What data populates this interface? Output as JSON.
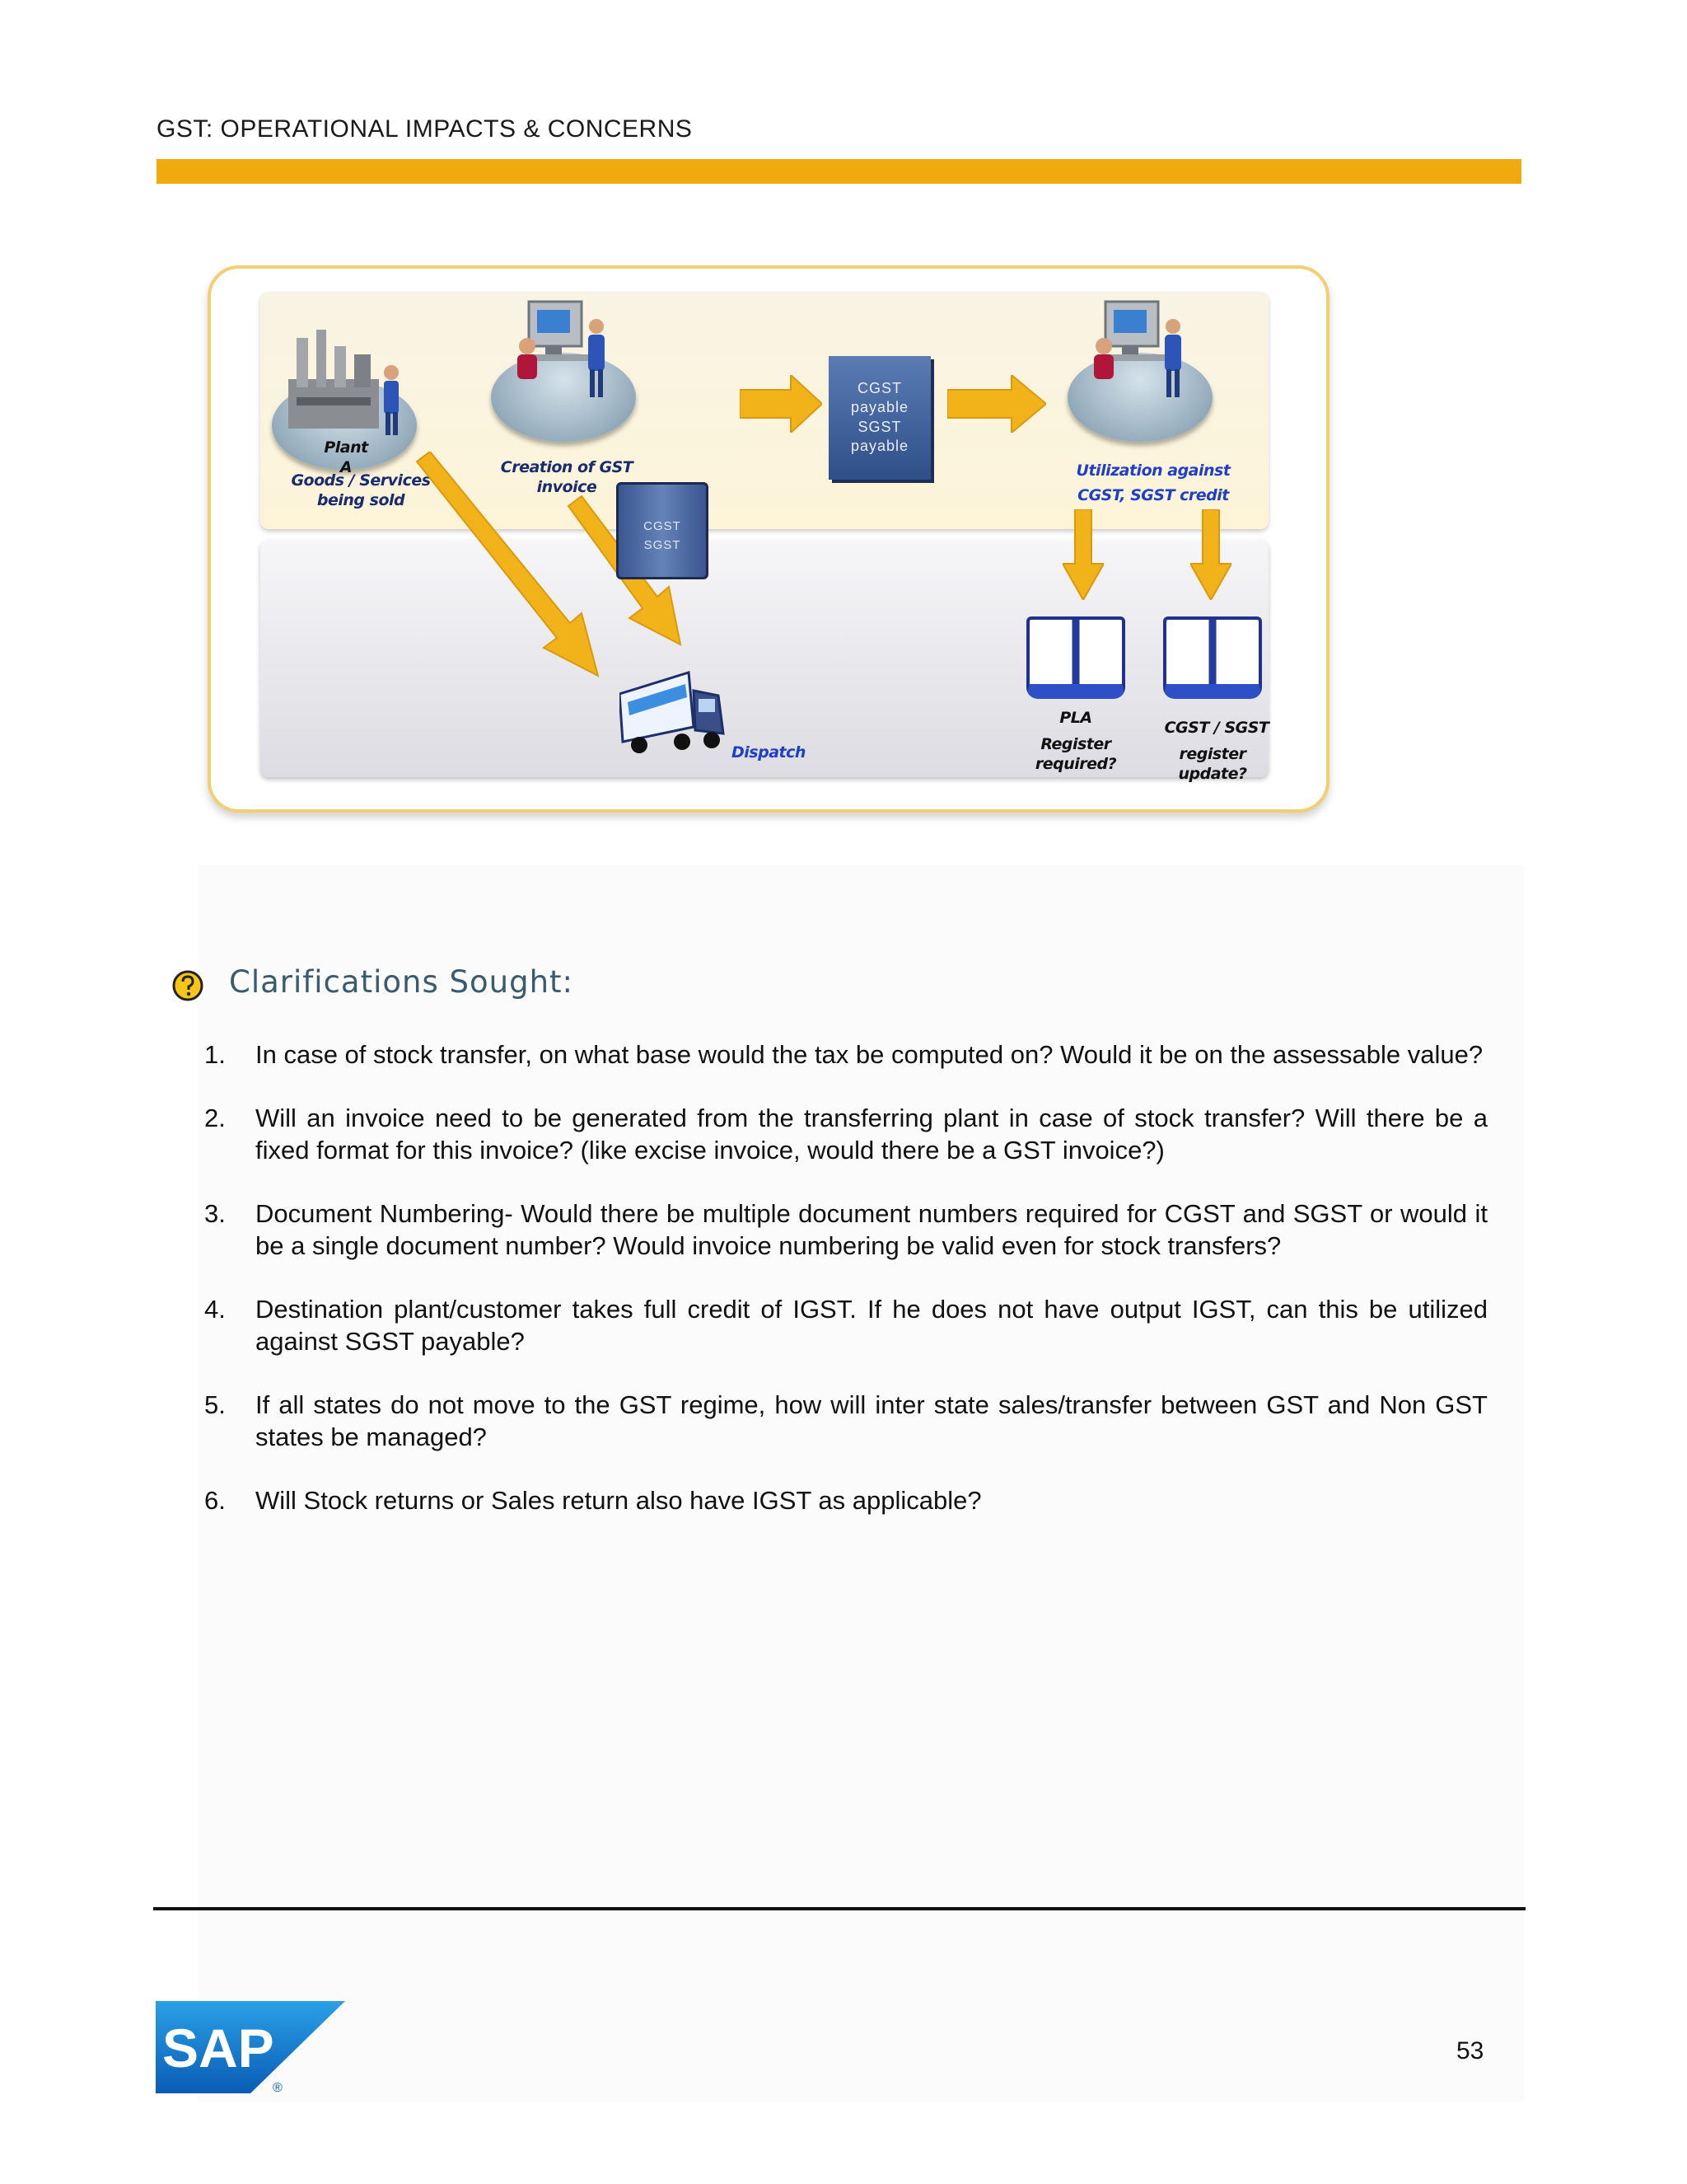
{
  "header": {
    "title": "GST: OPERATIONAL IMPACTS & CONCERNS"
  },
  "diagram": {
    "plant_caption": "Plant A",
    "goods_caption": "Goods / Services being sold",
    "invoice_caption": "Creation of GST invoice",
    "payable_box": [
      "CGST",
      "payable",
      "SGST",
      "payable"
    ],
    "scroll_lines": [
      "CGST",
      "SGST"
    ],
    "utilization_caption_1": "Utilization against",
    "utilization_caption_2": "CGST, SGST credit",
    "pla_caption_1": "PLA",
    "pla_caption_2": "Register required?",
    "register_caption_1": "CGST / SGST",
    "register_caption_2": "register update?",
    "dispatch_caption": "Dispatch"
  },
  "clarifications": {
    "heading": "Clarifications Sought:",
    "items": [
      {
        "num": "1.",
        "text": "In case of stock transfer, on what base would the tax be computed on? Would it be on the assessable value?"
      },
      {
        "num": "2.",
        "text": "Will an invoice need to be generated from the transferring plant in case of stock transfer? Will there be a fixed format for this invoice? (like excise invoice, would there be a GST invoice?)"
      },
      {
        "num": "3.",
        "text": "Document Numbering- Would there be multiple document numbers required for CGST and SGST or would it be a single document number? Would invoice numbering be valid even for stock transfers?"
      },
      {
        "num": "4.",
        "text": "Destination plant/customer takes full credit of IGST. If he does not have output IGST, can this be utilized against SGST payable?"
      },
      {
        "num": "5.",
        "text": "If all states do not move to the GST regime, how will inter state sales/transfer between GST and Non GST states be managed?"
      },
      {
        "num": "6.",
        "text": "Will Stock returns or Sales return also have IGST as applicable?"
      }
    ]
  },
  "footer": {
    "logo_text": "SAP",
    "registered_mark": "®",
    "page_number": "53"
  },
  "colors": {
    "accent_bar": "#f0aa0e",
    "arrow": "#f2b21a",
    "heading": "#3a5b6d",
    "sap_blue": "#1a73c8"
  }
}
